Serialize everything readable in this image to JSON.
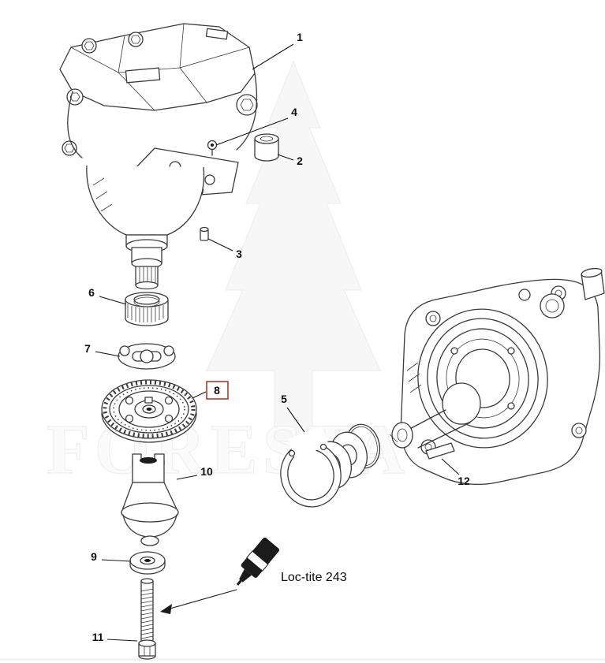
{
  "diagram": {
    "watermark_text": "FORESTAGRI",
    "loctite_label": "Loc-tite 243",
    "highlight_color": "#b03a2e",
    "callouts": {
      "c1": "1",
      "c2": "2",
      "c3": "3",
      "c4": "4",
      "c5": "5",
      "c6": "6",
      "c7": "7",
      "c8": "8",
      "c9": "9",
      "c10": "10",
      "c11": "11",
      "c12": "12"
    }
  }
}
